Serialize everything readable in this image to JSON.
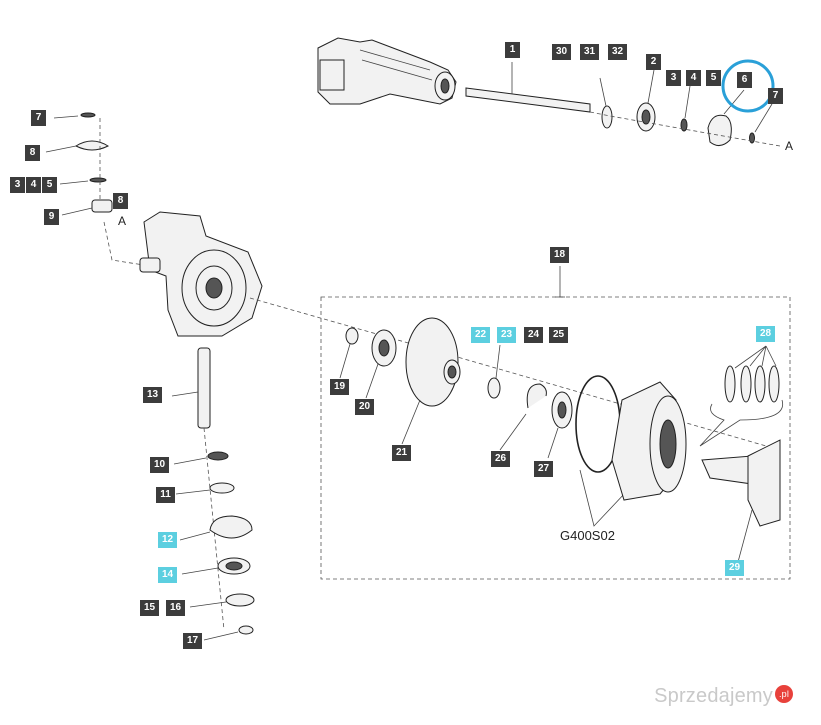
{
  "labels": {
    "p1": "1",
    "p30": "30",
    "p31": "31",
    "p32": "32",
    "p2": "2",
    "p3": "3",
    "p4": "4",
    "p5": "5",
    "p6": "6",
    "p7top": "7",
    "p7": "7",
    "p8": "8",
    "p3b": "3",
    "p4b": "4",
    "p5b": "5",
    "p9": "9",
    "p8b": "8",
    "p13": "13",
    "p10": "10",
    "p11": "11",
    "p12": "12",
    "p14": "14",
    "p15": "15",
    "p16": "16",
    "p17": "17",
    "p18": "18",
    "p19": "19",
    "p20": "20",
    "p21": "21",
    "p22": "22",
    "p23": "23",
    "p24": "24",
    "p25": "25",
    "p26": "26",
    "p27": "27",
    "p28": "28",
    "p29": "29"
  },
  "callouts": {
    "a_top": "A",
    "a_left": "A",
    "kit_code": "G400S02"
  },
  "highlight": {
    "part": "6",
    "color": "#2aa0d8"
  },
  "watermark": {
    "text": "Sprzedajemy",
    "suffix": ".pl"
  },
  "colors": {
    "label_bg": "#3c3c3c",
    "label_cyan": "#5ccfe0"
  }
}
